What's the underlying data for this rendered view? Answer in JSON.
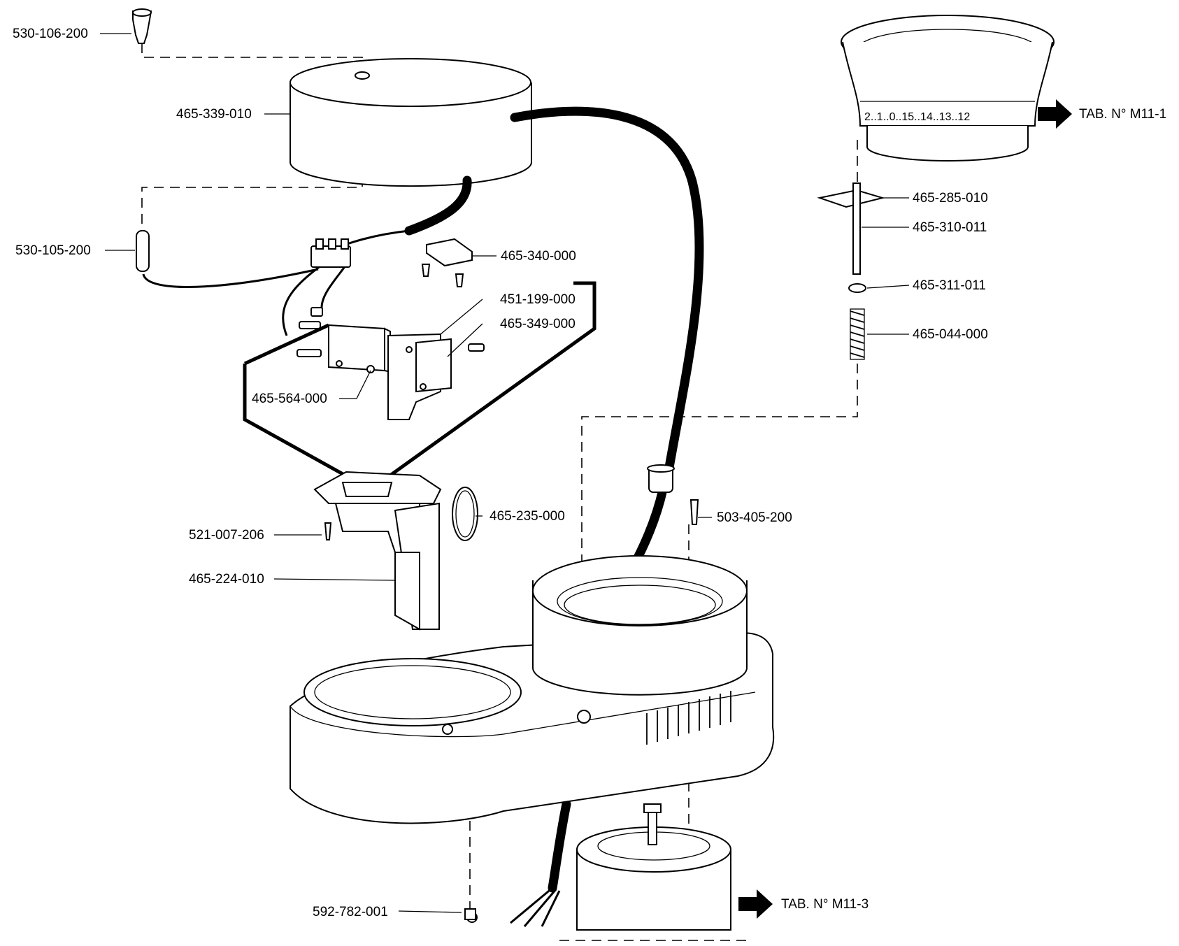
{
  "part_numbers": {
    "p530_106_200": "530-106-200",
    "p465_339_010": "465-339-010",
    "p530_105_200": "530-105-200",
    "p465_340_000": "465-340-000",
    "p451_199_000": "451-199-000",
    "p465_349_000": "465-349-000",
    "p465_564_000": "465-564-000",
    "p465_235_000": "465-235-000",
    "p521_007_206": "521-007-206",
    "p465_224_010": "465-224-010",
    "p503_405_200": "503-405-200",
    "p592_782_001": "592-782-001",
    "p465_285_010": "465-285-010",
    "p465_310_011": "465-310-011",
    "p465_311_011": "465-311-011",
    "p465_044_000": "465-044-000"
  },
  "references": {
    "tab_m11_1": "TAB. N° M11-1",
    "tab_m11_3": "TAB. N° M11-3"
  },
  "dial_scale": "2..1..0..15..14..13..12"
}
